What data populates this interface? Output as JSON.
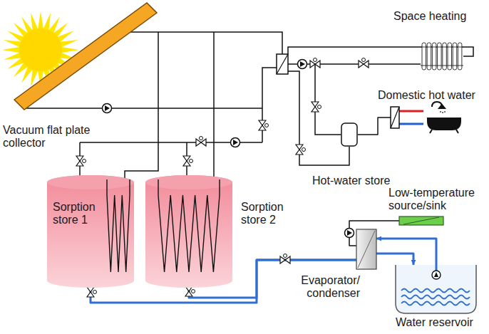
{
  "diagram": {
    "nodes": [
      {
        "text": [
          "Vacuum flat plate collector"
        ]
      },
      {
        "text": [
          "Space heating"
        ]
      },
      {
        "text": [
          "Domestic hot water"
        ]
      },
      {
        "text": [
          "Hot-water store"
        ]
      },
      {
        "text": [
          "Low-temperature source/sink"
        ]
      },
      {
        "text": [
          "Sorption store 1"
        ]
      },
      {
        "text": [
          "Sorption store 2"
        ]
      },
      {
        "text": [
          "Evaporator/ condenser"
        ]
      },
      {
        "text": [
          "Water reservoir"
        ]
      }
    ],
    "edges": [
      {
        "from": 5,
        "to": 7,
        "arrow": "none"
      },
      {
        "from": 6,
        "to": 7,
        "arrow": "none"
      },
      {
        "from": 8,
        "to": 7,
        "arrow": "to"
      },
      {
        "from": 7,
        "to": 8,
        "arrow": "to"
      },
      {
        "from": 4,
        "to": 7,
        "arrow": "none"
      },
      {
        "from": 3,
        "to": 2,
        "arrow": "none"
      }
    ]
  }
}
